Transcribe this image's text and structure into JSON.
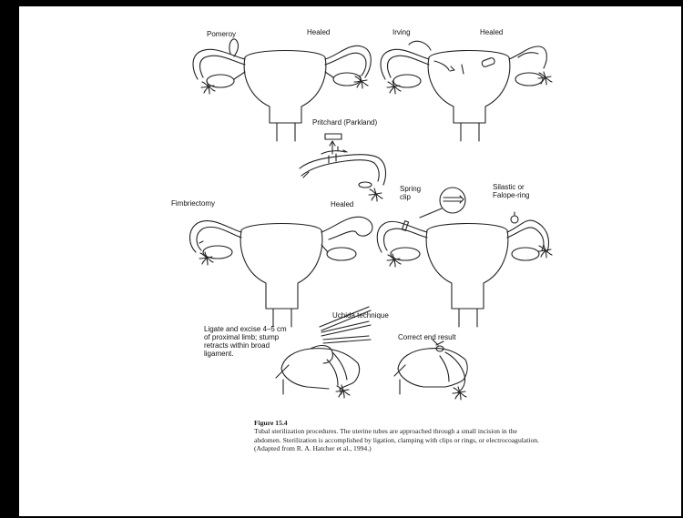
{
  "figure": {
    "labels": {
      "pomeroy": "Pomeroy",
      "healed_top": "Healed",
      "irving": "Irving",
      "healed_top_right": "Healed",
      "pritchard": "Pritchard (Parkland)",
      "fimbriectomy": "Fimbriectomy",
      "healed_middle": "Healed",
      "spring_clip": "Spring\nclip",
      "silastic": "Silastic or\nFalope-ring",
      "uchida": "Uchida technique",
      "ligate": "Ligate and excise 4–5 cm\nof proximal limb; stump\nretracts within broad\nligament.",
      "correct_end": "Correct end result"
    },
    "caption": {
      "title": "Figure 15.4",
      "text": "Tubal sterilization procedures. The uterine tubes are approached through a small incision in the abdomen. Sterilization is accomplished by ligation, clamping with clips or rings, or electrocoagulation. (Adapted from R. A. Hatcher et al., 1994.)"
    }
  }
}
